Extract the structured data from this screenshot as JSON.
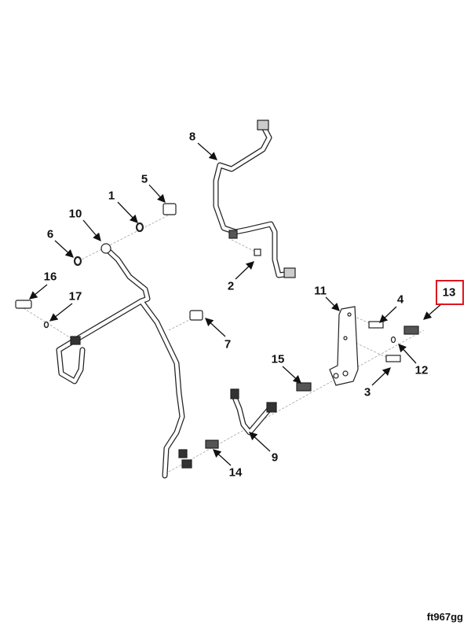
{
  "callouts": [
    {
      "id": "1",
      "text": "1"
    },
    {
      "id": "2",
      "text": "2"
    },
    {
      "id": "3",
      "text": "3"
    },
    {
      "id": "4",
      "text": "4"
    },
    {
      "id": "5",
      "text": "5"
    },
    {
      "id": "6",
      "text": "6"
    },
    {
      "id": "7",
      "text": "7"
    },
    {
      "id": "8",
      "text": "8"
    },
    {
      "id": "9",
      "text": "9"
    },
    {
      "id": "10",
      "text": "10"
    },
    {
      "id": "11",
      "text": "11"
    },
    {
      "id": "12",
      "text": "12"
    },
    {
      "id": "13",
      "text": "13"
    },
    {
      "id": "14",
      "text": "14"
    },
    {
      "id": "15",
      "text": "15"
    },
    {
      "id": "16",
      "text": "16"
    },
    {
      "id": "17",
      "text": "17"
    }
  ],
  "highlighted_callout": "13",
  "highlight_color": "#e0141e",
  "figure_id": "ft967gg"
}
